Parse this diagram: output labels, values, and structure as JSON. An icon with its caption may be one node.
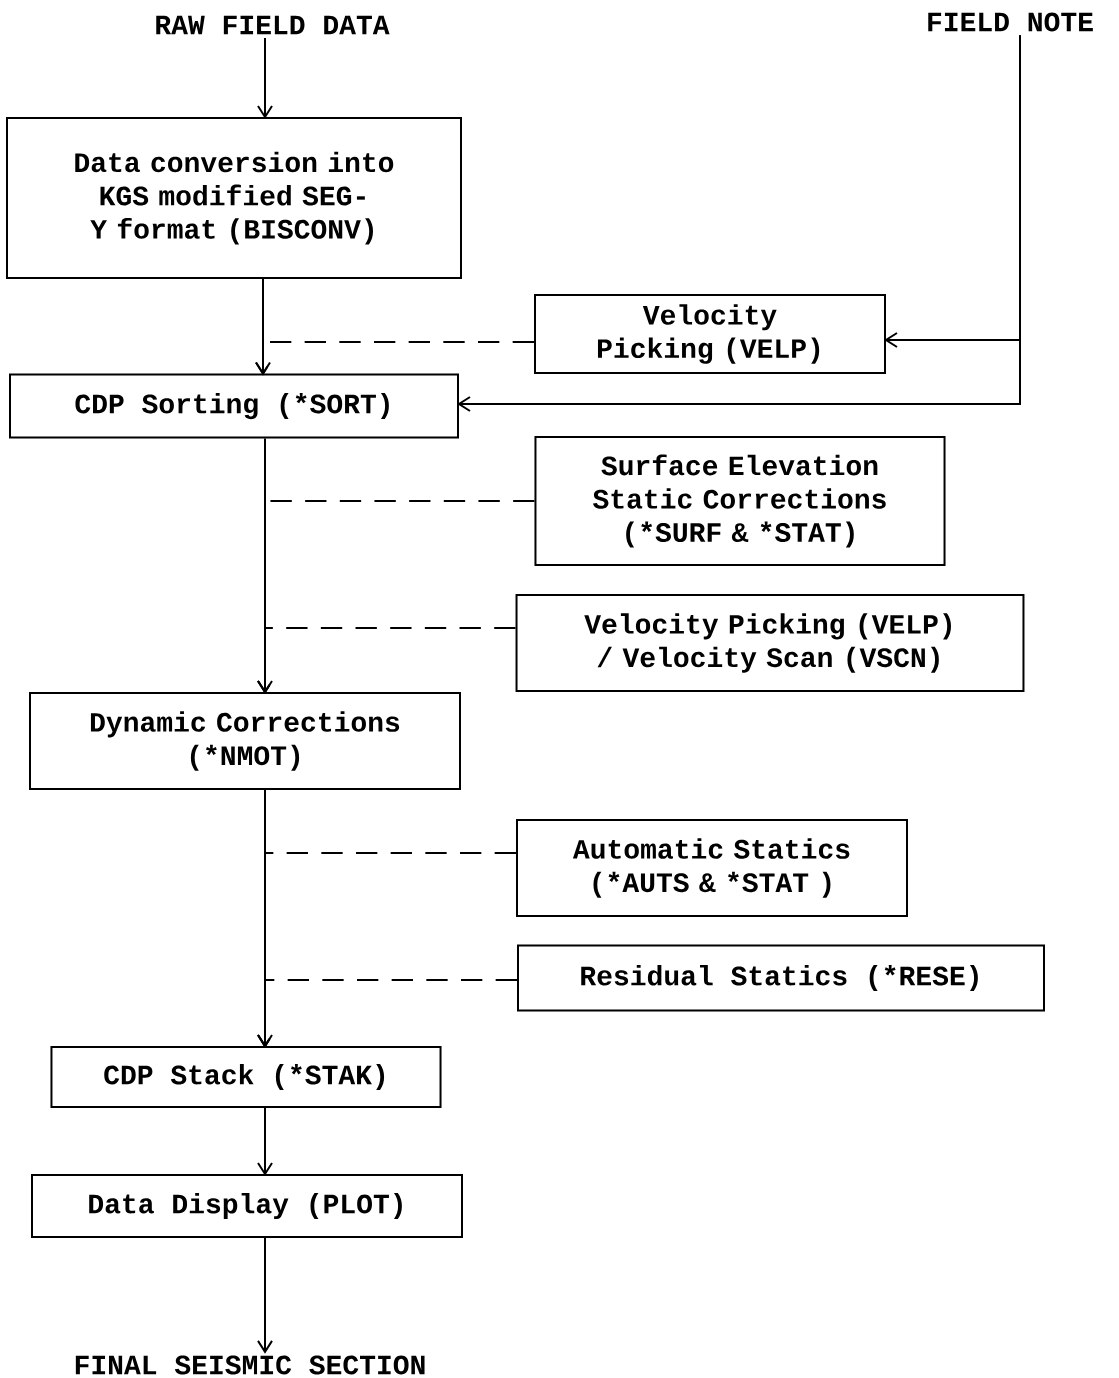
{
  "diagram": {
    "nodes": [
      {
        "text": [
          "RAW FIELD DATA"
        ]
      },
      {
        "text": [
          "FIELD NOTE"
        ]
      },
      {
        "text": [
          "Data conversion into KGS modified SEG-Y format (BISCONV)"
        ]
      },
      {
        "text": [
          "Velocity Picking (VELP)"
        ]
      },
      {
        "text": [
          "CDP Sorting (*SORT)"
        ]
      },
      {
        "text": [
          "Surface Elevation Static Corrections (*SURF & *STAT)"
        ]
      },
      {
        "text": [
          "Velocity Picking (VELP) / Velocity Scan (VSCN)"
        ]
      },
      {
        "text": [
          "Dynamic Corrections (*NMOT)"
        ]
      },
      {
        "text": [
          "Automatic Statics (*AUTS & *STAT )"
        ]
      },
      {
        "text": [
          "Residual Statics (*RESE)"
        ]
      },
      {
        "text": [
          "CDP Stack (*STAK)"
        ]
      },
      {
        "text": [
          "Data Display (PLOT)"
        ]
      },
      {
        "text": [
          "FINAL SEISMIC SECTION"
        ]
      }
    ],
    "edges": [
      {
        "from": 0,
        "to": 2,
        "arrow": "to"
      },
      {
        "from": 1,
        "to": 3,
        "arrow": "to"
      },
      {
        "from": 1,
        "to": 4,
        "arrow": "to"
      },
      {
        "from": 2,
        "to": 4,
        "arrow": "to"
      },
      {
        "from": 3,
        "to": 4,
        "arrow": "to",
        "style": "dashed"
      },
      {
        "from": 4,
        "to": 7,
        "arrow": "to"
      },
      {
        "from": 5,
        "to": 7,
        "arrow": "to",
        "style": "dashed"
      },
      {
        "from": 6,
        "to": 7,
        "arrow": "to",
        "style": "dashed"
      },
      {
        "from": 7,
        "to": 10,
        "arrow": "to"
      },
      {
        "from": 8,
        "to": 10,
        "arrow": "to",
        "style": "dashed"
      },
      {
        "from": 9,
        "to": 10,
        "arrow": "to",
        "style": "dashed"
      },
      {
        "from": 10,
        "to": 11,
        "arrow": "to"
      },
      {
        "from": 11,
        "to": 12,
        "arrow": "to"
      }
    ]
  }
}
